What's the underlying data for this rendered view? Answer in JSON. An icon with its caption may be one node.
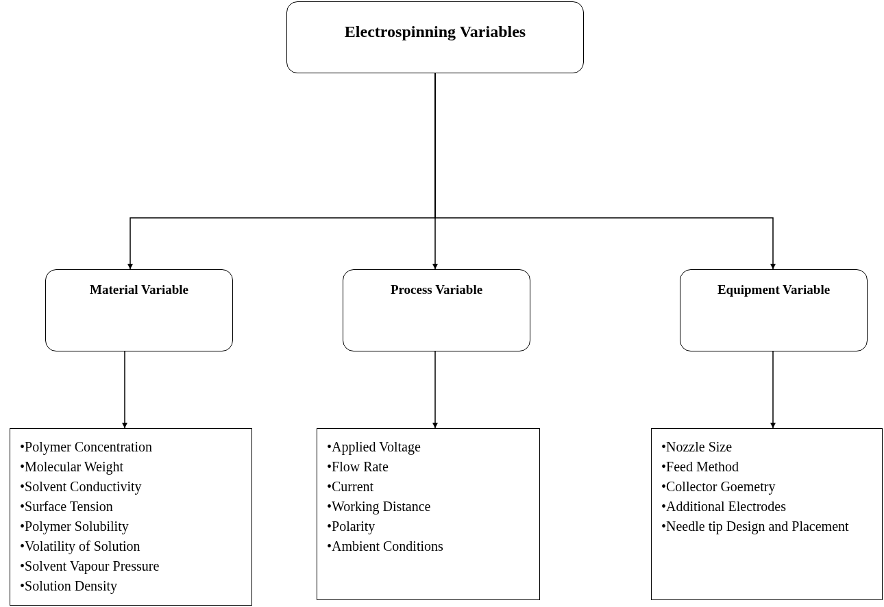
{
  "diagram": {
    "nodes": [
      {
        "text": [
          "Electrospinning Variables"
        ]
      },
      {
        "text": [
          "Material Variable"
        ]
      },
      {
        "text": [
          "Process Variable"
        ]
      },
      {
        "text": [
          "Equipment Variable"
        ]
      },
      {
        "text": [
          "•Polymer Concentration",
          "•Molecular Weight",
          "•Solvent Conductivity",
          "•Surface Tension",
          "•Polymer Solubility",
          "•Volatility of Solution",
          "•Solvent Vapour Pressure",
          "•Solution Density"
        ]
      },
      {
        "text": [
          "•Applied Voltage",
          "•Flow Rate",
          "•Current",
          "•Working Distance",
          "•Polarity",
          "•Ambient Conditions"
        ]
      },
      {
        "text": [
          "•Nozzle Size",
          "•Feed Method",
          "•Collector Goemetry",
          "•Additional Electrodes",
          "•Needle tip Design and Placement"
        ]
      }
    ],
    "edges": [
      {
        "from": 0,
        "to": 1,
        "arrow": "to"
      },
      {
        "from": 0,
        "to": 2,
        "arrow": "to"
      },
      {
        "from": 0,
        "to": 3,
        "arrow": "to"
      },
      {
        "from": 1,
        "to": 4,
        "arrow": "to"
      },
      {
        "from": 2,
        "to": 5,
        "arrow": "to"
      },
      {
        "from": 3,
        "to": 6,
        "arrow": "to"
      }
    ]
  }
}
